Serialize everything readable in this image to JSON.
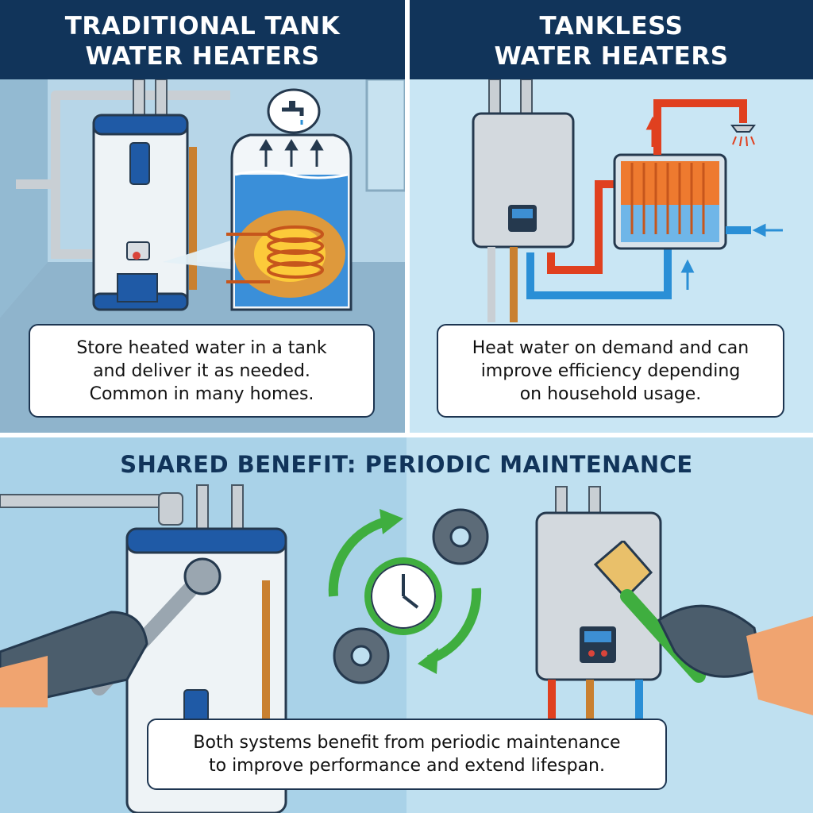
{
  "panels": {
    "tank": {
      "title_line1": "TRADITIONAL TANK",
      "title_line2": "WATER HEATERS",
      "caption_line1": "Store heated water in a tank",
      "caption_line2": "and deliver it as needed.",
      "caption_line3": "Common in many homes."
    },
    "tankless": {
      "title_line1": "TANKLESS",
      "title_line2": "WATER HEATERS",
      "caption_line1": "Heat water on demand and can",
      "caption_line2": "improve efficiency depending",
      "caption_line3": "on household usage."
    }
  },
  "maintenance": {
    "title": "SHARED BENEFIT: PERIODIC MAINTENANCE",
    "caption_line1": "Both systems benefit from periodic maintenance",
    "caption_line2": "to improve performance and extend lifespan."
  },
  "icons": [
    "faucet-icon",
    "shower-head-icon",
    "wrench-icon",
    "clock-icon",
    "gear-icon",
    "refresh-arrows-icon",
    "paint-brush-icon",
    "glove-icon"
  ],
  "colors": {
    "header_bg": "#11345a",
    "panel_bg_tank": "#a9cde0",
    "panel_bg_tankless": "#c9e6f4",
    "hot_pipe": "#e0401f",
    "cold_pipe": "#2a8fd6",
    "accent_green": "#3fae3f"
  }
}
